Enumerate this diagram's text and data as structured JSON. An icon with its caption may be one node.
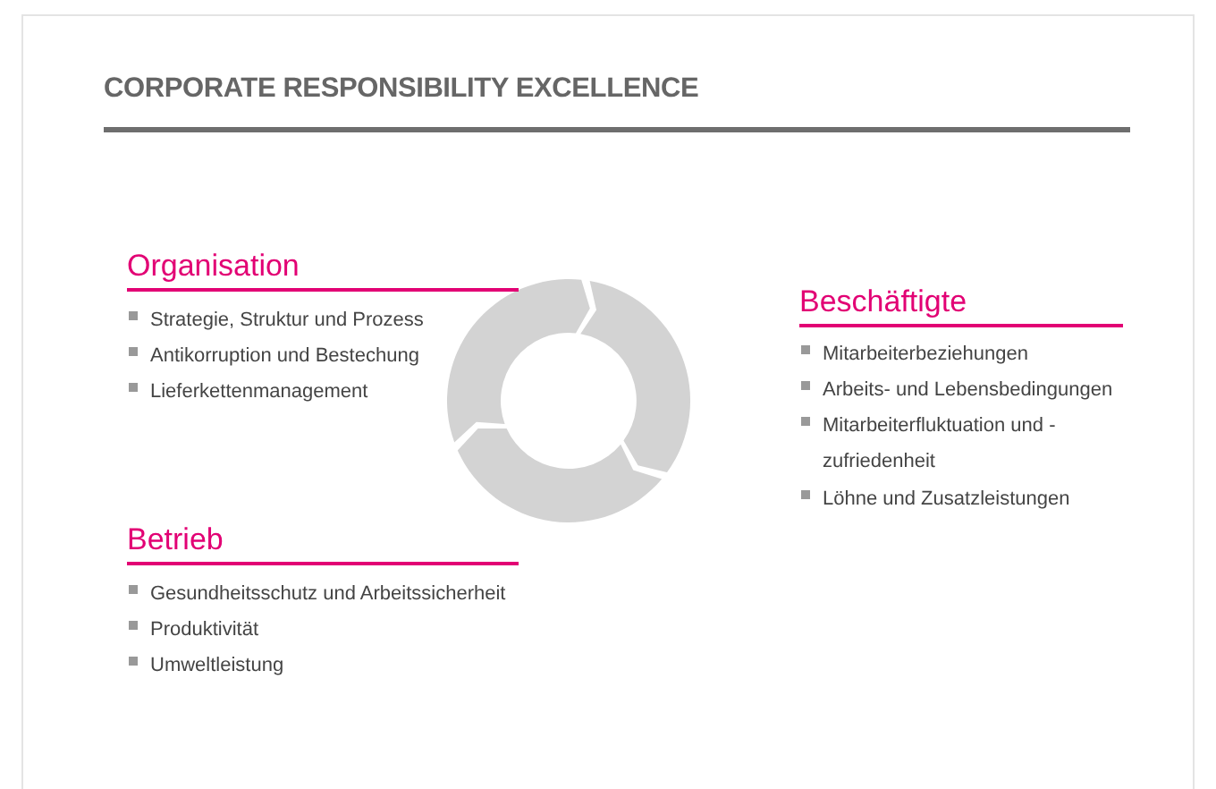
{
  "diagram": {
    "title": "CORPORATE RESPONSIBILITY EXCELLENCE",
    "labels": [
      "Organisation",
      "Strategie, Struktur und Prozess",
      "Antikorruption und Bestechung",
      "Lieferkettenmanagement",
      "Beschäftigte",
      "Mitarbeiterbeziehungen",
      "Arbeits- und Lebensbedingungen",
      "Mitarbeiterfluktuation und -zufriedenheit",
      "Löhne und Zusatzleistungen",
      "Betrieb",
      "Gesundheitsschutz und Arbeitssicherheit",
      "Produktivität",
      "Umweltleistung"
    ]
  }
}
